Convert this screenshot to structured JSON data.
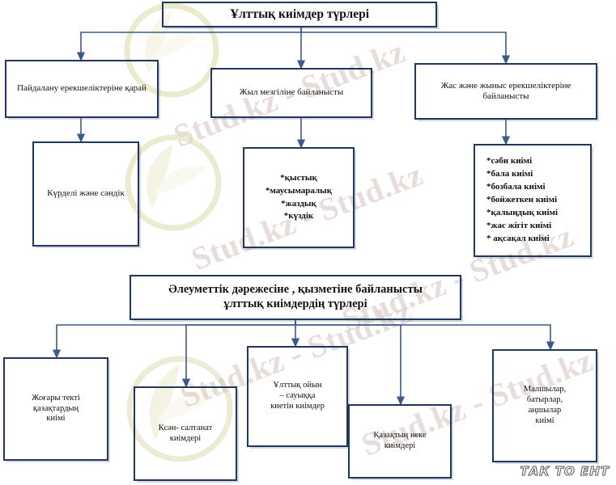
{
  "diagram": {
    "title_box": {
      "label": "Ұлттық киімдер түрлері"
    },
    "level1": [
      {
        "id": "usage",
        "label": "Пайдалану ерекшеліктеріне қарай"
      },
      {
        "id": "season",
        "label": "Жыл мезгіліне байланысты"
      },
      {
        "id": "agesex",
        "label": "Жас және жыныс ерекшеліктеріне байланысты"
      }
    ],
    "level2": [
      {
        "id": "usage-child",
        "label": "Күрделі және сәндік"
      },
      {
        "id": "season-child",
        "lines": [
          "*қыстық",
          "*маусымаралық",
          "*жаздық",
          "*күздік"
        ]
      },
      {
        "id": "agesex-child",
        "lines": [
          "*сәби киімі",
          "*бала киімі",
          "*бозбала киімі",
          "*бойжеткен киімі",
          "*қалыңдық киімі",
          "*жас жігіт киімі",
          "* ақсақал киімі"
        ]
      }
    ],
    "social_box": {
      "line1": "Әлеуметтік  дәрежесіне , қызметіне байланысты",
      "line2": "ұлттық киімдердің  түрлері"
    },
    "social_children": [
      {
        "id": "nobility",
        "lines": [
          "Жоғары текті",
          "қазақтардың",
          "киімі"
        ]
      },
      {
        "id": "ceremony",
        "lines": [
          "Ксән- салтанат",
          "киімдері"
        ]
      },
      {
        "id": "games",
        "lines": [
          "Ұлттық ойын",
          "– сауыққа",
          "киетін киімдер"
        ]
      },
      {
        "id": "wedding",
        "lines": [
          "Қазақтың неке",
          "киімдері"
        ]
      },
      {
        "id": "herdsmen",
        "lines": [
          "Малшылар,",
          "батырлар,",
          "аңшылар",
          "киімі"
        ]
      }
    ],
    "watermarks": [
      "Stud.kz - Stud.kz",
      "Stud.kz - Stud.kz",
      "Stud.kz - Stud.kz",
      "Stud.kz - Stud.kz",
      "Stud.kz - Stud.kz"
    ],
    "footer_logo": "так то ЕНТ",
    "colors": {
      "border": "#22375e",
      "arrow": "#3c5a8c",
      "text": "#111111",
      "watermark": "#d9c9c4",
      "background": "#ffffff"
    }
  }
}
